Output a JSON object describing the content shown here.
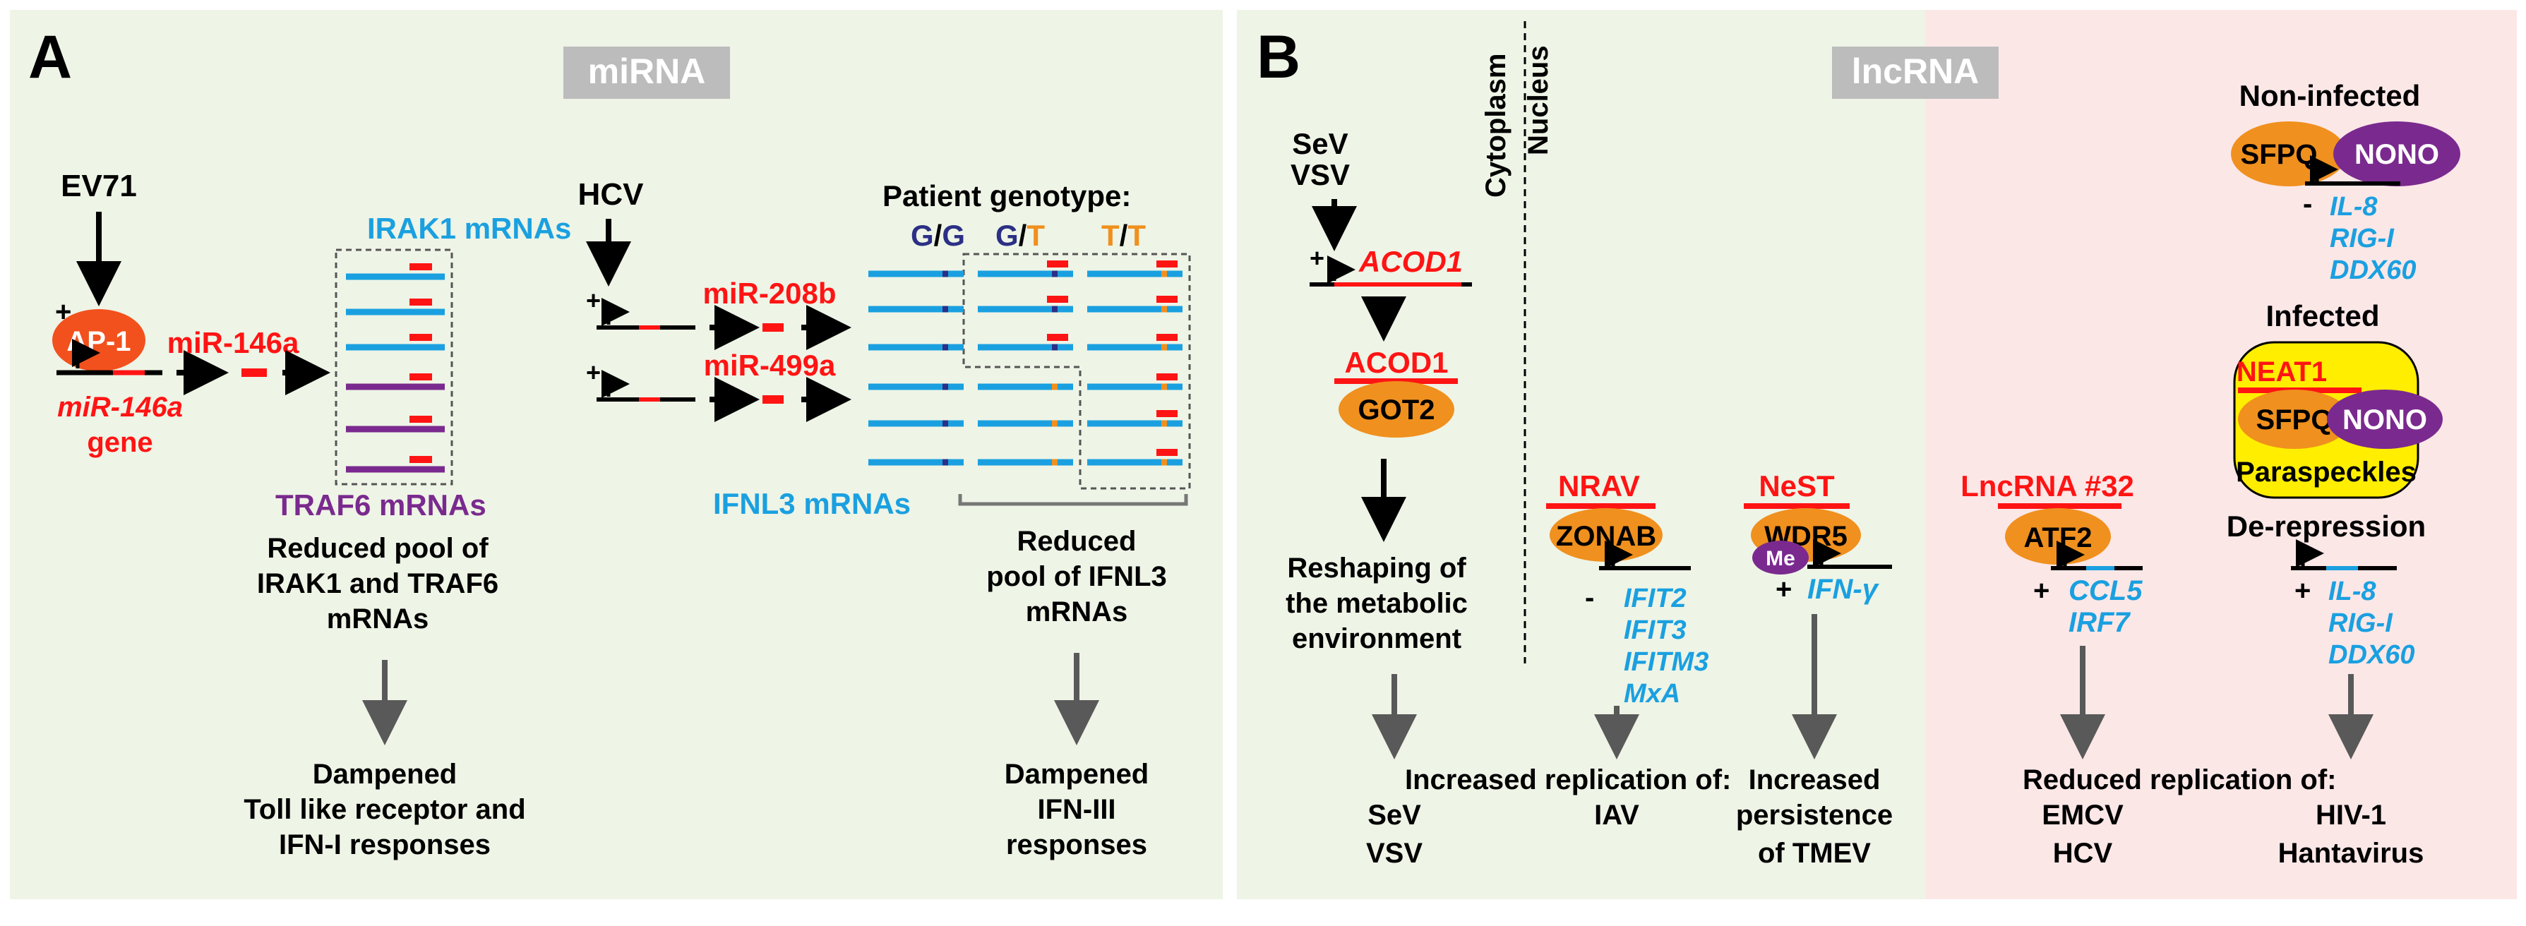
{
  "colors": {
    "panel_a_bg": "#eef4e6",
    "panel_b_bg": "#eef4e6",
    "panel_b_pink": "#fce7e7",
    "tag_bg": "#bcbcbc",
    "red": "#ff1414",
    "blue": "#1aa0e0",
    "purple": "#7a2a8e",
    "orange": "#f0901e",
    "navy": "#2b2f85",
    "yellow": "#ffee00",
    "arrow_dark": "#000000",
    "arrow_gray": "#595959"
  },
  "panel_a": {
    "letter": "A",
    "tag": "miRNA",
    "ev71": "EV71",
    "plus": "+",
    "ap1": "AP-1",
    "gene_name": "miR-146a",
    "gene_word": "gene",
    "mir146a": "miR-146a",
    "irak1": "IRAK1 mRNAs",
    "traf6": "TRAF6 mRNAs",
    "reduced1": [
      "Reduced pool of",
      "IRAK1 and TRAF6",
      "mRNAs"
    ],
    "dampened1": [
      "Dampened",
      "Toll like receptor and",
      "IFN-I responses"
    ],
    "hcv": "HCV",
    "mir208b": "miR-208b",
    "mir499a": "miR-499a",
    "patient_genotype": "Patient genotype:",
    "geno_gg": [
      "G",
      "/",
      "G"
    ],
    "geno_gt": [
      "G",
      "/",
      "T"
    ],
    "geno_tt": [
      "T",
      "/",
      "T"
    ],
    "ifnl3": "IFNL3 mRNAs",
    "reduced2": [
      "Reduced",
      "pool of IFNL3",
      "mRNAs"
    ],
    "dampened2": [
      "Dampened",
      "IFN-III",
      "responses"
    ]
  },
  "panel_b": {
    "letter": "B",
    "tag": "lncRNA",
    "cytoplasm": "Cytoplasm",
    "nucleus": "Nucleus",
    "sev": "SeV",
    "vsv": "VSV",
    "plus": "+",
    "minus": "-",
    "acod1_gene": "ACOD1",
    "acod1": "ACOD1",
    "got2": "GOT2",
    "reshaping": [
      "Reshaping of",
      "the metabolic",
      "environment"
    ],
    "nrav": "NRAV",
    "zonab": "ZONAB",
    "nrav_targets": [
      "IFIT2",
      "IFIT3",
      "IFITM3",
      "MxA"
    ],
    "nest": "NeST",
    "wdr5": "WDR5",
    "me": "Me",
    "ifng": "IFN-γ",
    "increased_replication": "Increased replication of:",
    "rep_sev": "SeV",
    "rep_vsv": "VSV",
    "rep_iav": "IAV",
    "persistence": [
      "Increased",
      "persistence",
      "of TMEV"
    ],
    "lnc32": "LncRNA #32",
    "atf2": "ATF2",
    "atf2_targets": [
      "CCL5",
      "IRF7"
    ],
    "noninfected": "Non-infected",
    "sfpq": "SFPQ",
    "nono": "NONO",
    "ni_targets": [
      "IL-8",
      "RIG-I",
      "DDX60"
    ],
    "infected": "Infected",
    "neat1": "NEAT1",
    "paraspeckles": "Paraspeckles",
    "derepression": "De-repression",
    "dr_targets": [
      "IL-8",
      "RIG-I",
      "DDX60"
    ],
    "reduced_replication": "Reduced replication of:",
    "red_emcv": "EMCV",
    "red_hcv": "HCV",
    "red_hiv": "HIV-1",
    "red_hanta": "Hantavirus"
  }
}
